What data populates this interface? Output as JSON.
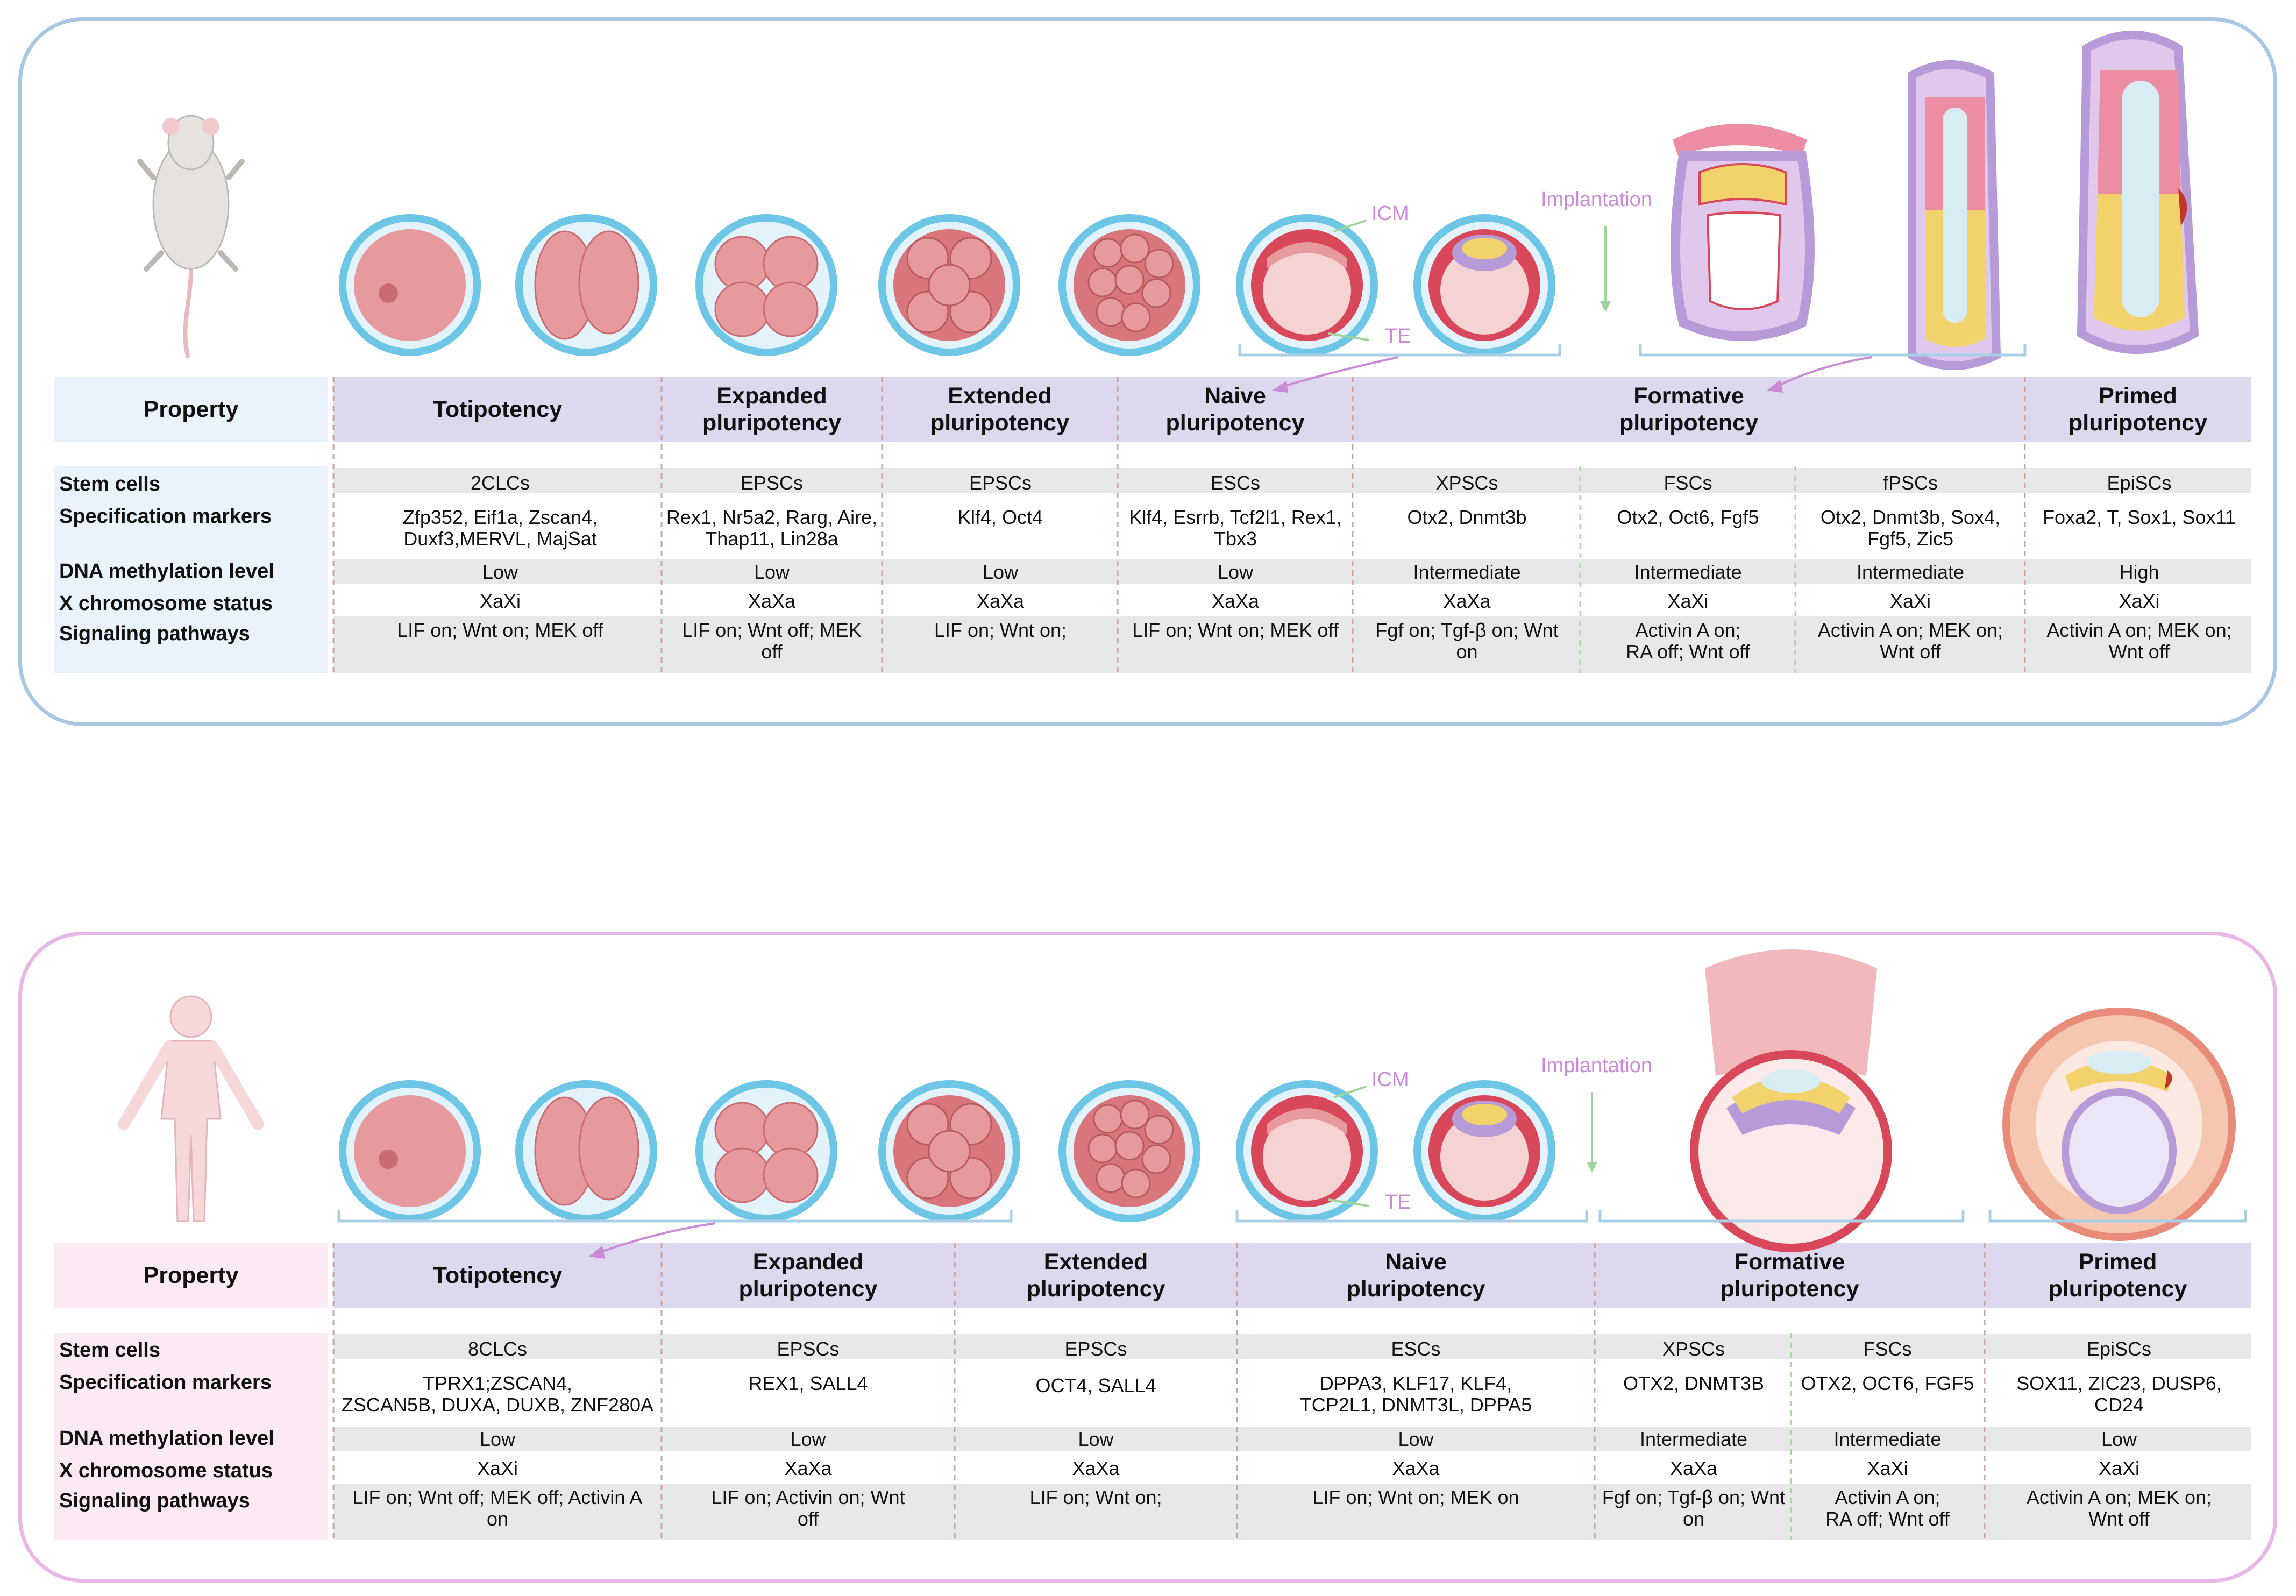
{
  "mouse": {
    "row_labels": {
      "property": "Property",
      "stem_cells": "Stem cells",
      "specification_markers": "Specification markers",
      "dna_methylation": "DNA methylation level",
      "x_chromosome": "X chromosome status",
      "signaling": "Signaling pathways"
    },
    "stage_labels": {
      "icm": "ICM",
      "te": "TE",
      "implantation": "Implantation"
    },
    "headers": [
      "Totipotency",
      "Expanded\npluripotency",
      "Extended\npluripotency",
      "Naive\npluripotency",
      "Formative\npluripotency",
      "Primed\npluripotency"
    ],
    "columns": [
      {
        "stem": "2CLCs",
        "markers": [
          "Zfp352, Eif1a, Zscan4,",
          "Duxf3,MERVL, MajSat"
        ],
        "methylation": "Low",
        "x": "XaXi",
        "signaling": [
          "LIF on; Wnt on; MEK off"
        ]
      },
      {
        "stem": "EPSCs",
        "markers": [
          "Rex1, Nr5a2, Rarg, Aire,",
          "Thap11, Lin28a"
        ],
        "methylation": "Low",
        "x": "XaXa",
        "signaling": [
          "LIF on; Wnt off; MEK",
          "off"
        ]
      },
      {
        "stem": "EPSCs",
        "markers": [
          "Klf4, Oct4"
        ],
        "methylation": "Low",
        "x": "XaXa",
        "signaling": [
          "LIF on; Wnt on;"
        ]
      },
      {
        "stem": "ESCs",
        "markers": [
          "Klf4, Esrrb, Tcf2l1, Rex1,",
          "Tbx3"
        ],
        "methylation": "Low",
        "x": "XaXa",
        "signaling": [
          "LIF on; Wnt on; MEK off"
        ]
      },
      {
        "stem": "XPSCs",
        "markers": [
          "Otx2, Dnmt3b"
        ],
        "methylation": "Intermediate",
        "x": "XaXa",
        "signaling": [
          "Fgf on; Tgf-β on; Wnt",
          "on"
        ]
      },
      {
        "stem": "FSCs",
        "markers": [
          "Otx2, Oct6, Fgf5"
        ],
        "methylation": "Intermediate",
        "x": "XaXi",
        "signaling": [
          "Activin A on;",
          "RA off; Wnt off"
        ]
      },
      {
        "stem": "fPSCs",
        "markers": [
          "Otx2, Dnmt3b, Sox4,",
          "Fgf5,  Zic5"
        ],
        "methylation": "Intermediate",
        "x": "XaXi",
        "signaling": [
          "Activin A on;  MEK on;",
          "Wnt off"
        ]
      },
      {
        "stem": "EpiSCs",
        "markers": [
          "Foxa2, T, Sox1, Sox11"
        ],
        "methylation": "High",
        "x": "XaXi",
        "signaling": [
          "Activin A on;  MEK on;",
          "Wnt off"
        ]
      }
    ]
  },
  "human": {
    "row_labels": {
      "property": "Property",
      "stem_cells": "Stem cells",
      "specification_markers": "Specification markers",
      "dna_methylation": "DNA methylation level",
      "x_chromosome": "X chromosome status",
      "signaling": "Signaling pathways"
    },
    "stage_labels": {
      "icm": "ICM",
      "te": "TE",
      "implantation": "Implantation"
    },
    "headers": [
      "Totipotency",
      "Expanded\npluripotency",
      "Extended\npluripotency",
      "Naive\npluripotency",
      "Formative\npluripotency",
      "Primed\npluripotency"
    ],
    "columns": [
      {
        "stem": "8CLCs",
        "markers": [
          "TPRX1;ZSCAN4,",
          "ZSCAN5B, DUXA, DUXB,  ZNF280A"
        ],
        "methylation": "Low",
        "x": "XaXi",
        "signaling": [
          "LIF on; Wnt off; MEK off; Activin A",
          "on"
        ]
      },
      {
        "stem": "EPSCs",
        "markers": [
          "REX1, SALL4"
        ],
        "methylation": "Low",
        "x": "XaXa",
        "signaling": [
          "LIF on; Activin on; Wnt",
          "off"
        ]
      },
      {
        "stem": "EPSCs",
        "markers": [
          "OCT4, SALL4"
        ],
        "methylation": "Low",
        "x": "XaXa",
        "signaling": [
          "LIF on; Wnt on;"
        ]
      },
      {
        "stem": "ESCs",
        "markers": [
          "DPPA3, KLF17, KLF4,",
          "TCP2L1, DNMT3L, DPPA5"
        ],
        "methylation": "Low",
        "x": "XaXa",
        "signaling": [
          "LIF on; Wnt on; MEK on"
        ]
      },
      {
        "stem": "XPSCs",
        "markers": [
          "OTX2, DNMT3B"
        ],
        "methylation": "Intermediate",
        "x": "XaXa",
        "signaling": [
          "Fgf on; Tgf-β on; Wnt",
          "on"
        ]
      },
      {
        "stem": "FSCs",
        "markers": [
          "OTX2, OCT6, FGF5"
        ],
        "methylation": "Intermediate",
        "x": "XaXi",
        "signaling": [
          "Activin A on;",
          "RA off; Wnt off"
        ]
      },
      {
        "stem": "EpiSCs",
        "markers": [
          "SOX11, ZIC23, DUSP6,",
          "CD24"
        ],
        "methylation": "Low",
        "x": "XaXi",
        "signaling": [
          "Activin A on;  MEK on;",
          "Wnt off"
        ]
      }
    ]
  },
  "colors": {
    "header_band": "#ddd8ee",
    "mouse_label_bg": "#eaf2fb",
    "human_label_bg": "#fbe9f3",
    "row_gray": "#e8e8e8",
    "cell_pink": "#e79a9e",
    "cell_dark": "#c96b70",
    "zona": "#6ec6e6",
    "te_red": "#d9475a",
    "icm_yellow": "#f2d36b",
    "epiblast_purple": "#b79ad8",
    "arrow_purple": "#c98ad6",
    "arrow_green": "#9fd49a"
  },
  "icons": [
    "mouse-illustration",
    "human-illustration",
    "embryo-stage-icon"
  ]
}
